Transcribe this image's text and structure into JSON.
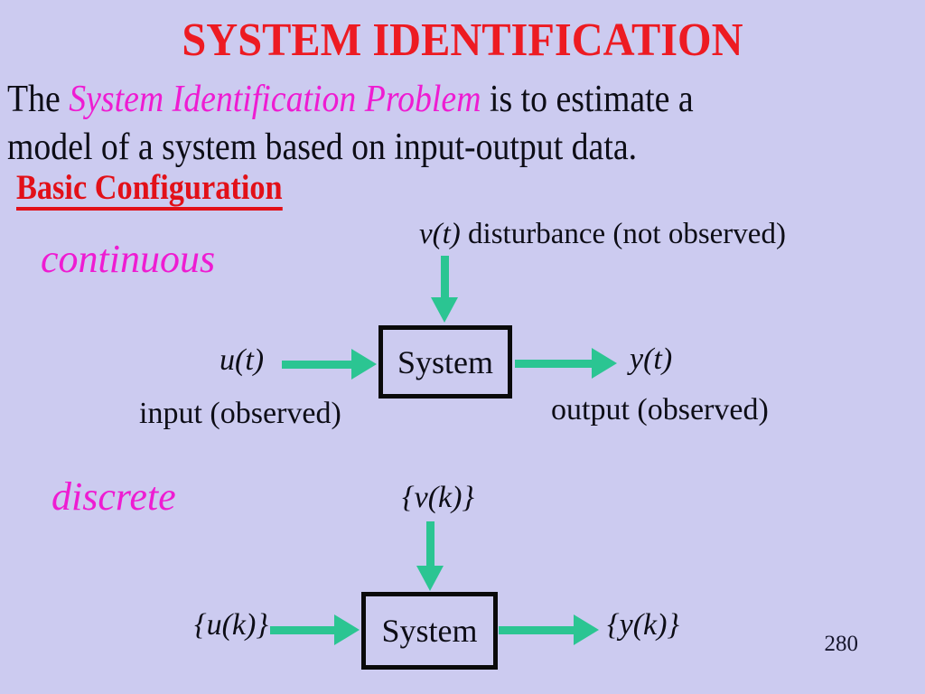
{
  "slide": {
    "title": "SYSTEM IDENTIFICATION",
    "intro": {
      "line1_prefix": "The ",
      "line1_highlight": "System Identification Problem",
      "line1_suffix": " is to estimate a",
      "line2": "model of a system based on input-output data."
    },
    "section_heading": "Basic Configuration",
    "page_number": "280",
    "colors": {
      "background": "#cccbf0",
      "title_red": "#ed1b22",
      "heading_red": "#e21018",
      "magenta": "#ee1cd2",
      "arrow_green": "#2bc592",
      "box_border_black": "#0a0a0a",
      "body_text": "#0d0d16"
    }
  },
  "continuous": {
    "label": "continuous",
    "disturbance_var": "v(t)",
    "disturbance_text": " disturbance (not observed)",
    "input_var": "u(t)",
    "output_var": "y(t)",
    "box_label": "System",
    "input_caption": "input (observed)",
    "output_caption": "output (observed)"
  },
  "discrete": {
    "label": "discrete",
    "disturbance_var": "{v(k)}",
    "input_var": "{u(k)}",
    "output_var": "{y(k)}",
    "box_label": "System"
  }
}
